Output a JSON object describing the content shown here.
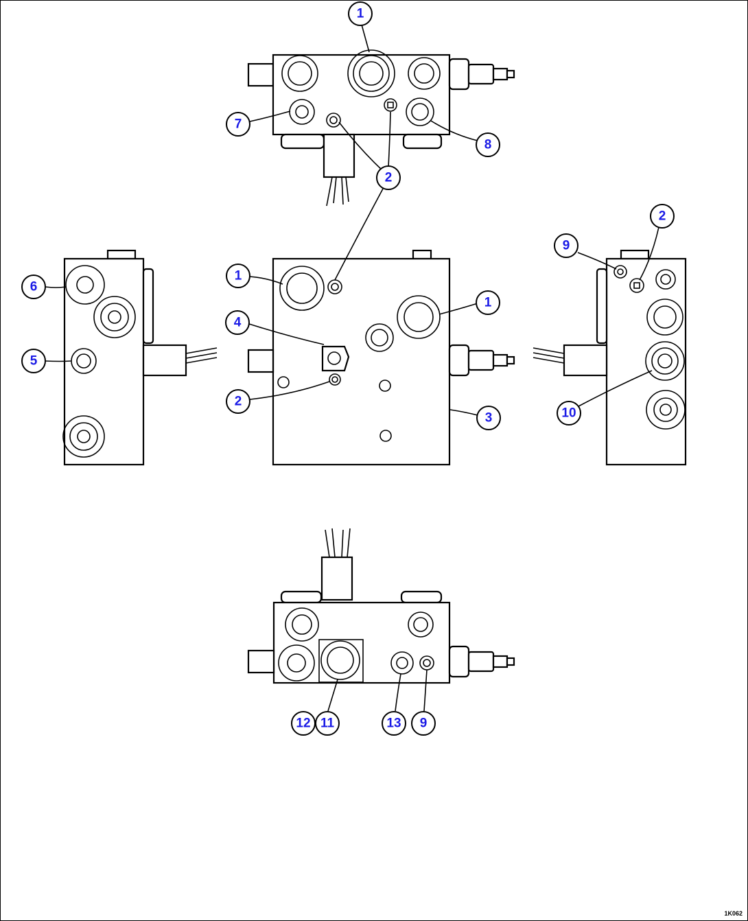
{
  "callouts": {
    "top_1": "1",
    "top_7": "7",
    "top_8": "8",
    "top_2": "2",
    "front_1a": "1",
    "front_1b": "1",
    "front_4": "4",
    "front_2": "2",
    "front_3": "3",
    "left_6": "6",
    "left_5": "5",
    "right_9": "9",
    "right_2": "2",
    "right_10": "10",
    "bottom_12": "12",
    "bottom_11": "11",
    "bottom_13": "13",
    "bottom_9": "9"
  },
  "drawing_code": "1K062"
}
